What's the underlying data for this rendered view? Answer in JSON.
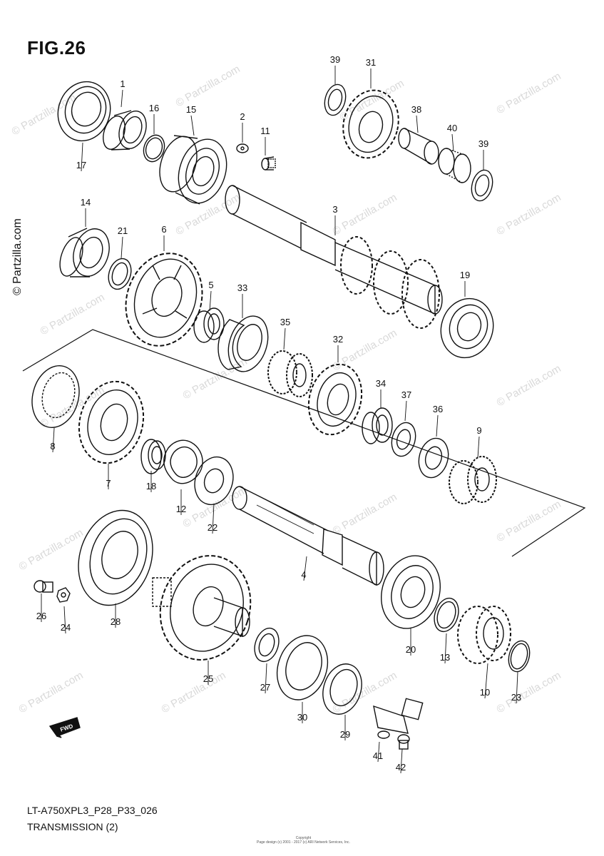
{
  "figure": {
    "title": "FIG.26",
    "model_code": "LT-A750XPL3_P28_P33_026",
    "section": "TRANSMISSION (2)",
    "side_mark": "© Partzilla.com",
    "watermark": "© Partzilla.com",
    "copyright_line1": "Copyright",
    "copyright_line2": "Page design (c) 2001 - 2017 (c) ARI Network Services, Inc.",
    "fwd_label": "FWD"
  },
  "parts": [
    "1",
    "2",
    "3",
    "4",
    "5",
    "6",
    "7",
    "8",
    "9",
    "10",
    "11",
    "12",
    "13",
    "14",
    "15",
    "16",
    "17",
    "18",
    "19",
    "20",
    "21",
    "22",
    "23",
    "24",
    "25",
    "26",
    "27",
    "28",
    "29",
    "30",
    "31",
    "32",
    "33",
    "34",
    "35",
    "36",
    "37",
    "38",
    "39",
    "39",
    "40",
    "41",
    "42"
  ],
  "colors": {
    "ink": "#111111",
    "watermark": "#d9d9d9",
    "background": "#ffffff"
  }
}
